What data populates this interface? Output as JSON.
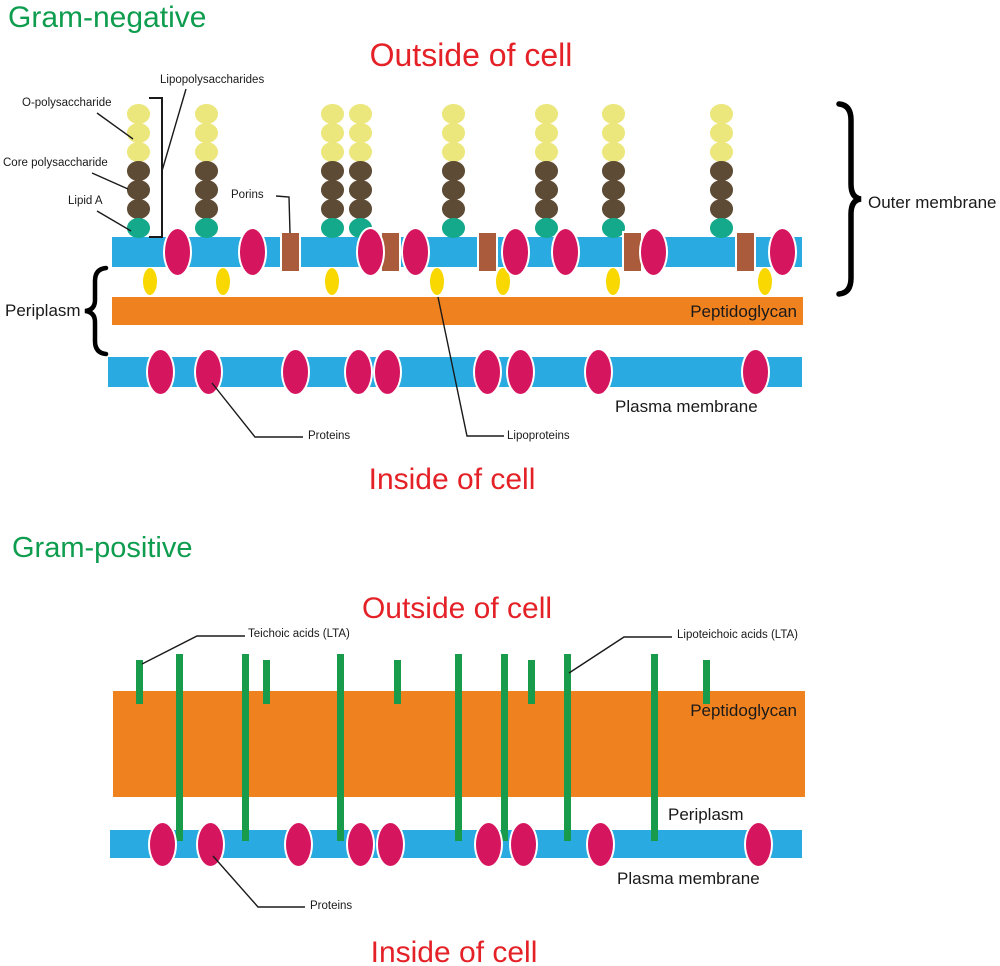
{
  "colors": {
    "title_green": "#0E9D4E",
    "header_red": "#E42127",
    "membrane_blue": "#29ABE2",
    "peptidoglycan_orange": "#F0811F",
    "protein_pink": "#D6155F",
    "porin_brown": "#AA5B3B",
    "o_polysaccharide_yellow": "#ECE77D",
    "core_polysaccharide_brown": "#5E4B35",
    "lipid_a_teal": "#15A98B",
    "lipoprotein_yellow": "#F8D800",
    "teichoic_green": "#189B4A",
    "label_black": "#1A1A1A"
  },
  "gram_negative": {
    "title": "Gram-negative",
    "outside_label": "Outside of cell",
    "inside_label": "Inside of cell",
    "outer_membrane_label": "Outer membrane",
    "periplasm_label": "Periplasm",
    "peptidoglycan_label": "Peptidoglycan",
    "plasma_membrane_label": "Plasma membrane",
    "lps_label": "Lipopolysaccharides",
    "o_polysaccharide_label": "O-polysaccharide",
    "core_polysaccharide_label": "Core polysaccharide",
    "lipid_a_label": "Lipid A",
    "porins_label": "Porins",
    "proteins_label": "Proteins",
    "lipoproteins_label": "Lipoproteins",
    "lps_chain_segments": {
      "o_polysaccharide": 3,
      "core_polysaccharide": 3,
      "lipid_a": 1
    },
    "lps_chain_x": [
      138,
      206,
      332,
      360,
      453,
      546,
      613,
      721
    ],
    "outer_membrane_proteins_x": [
      177,
      252,
      370,
      415,
      515,
      565,
      653,
      782
    ],
    "porins_x": [
      290,
      390,
      487,
      632,
      745
    ],
    "lipoproteins_x": [
      150,
      223,
      332,
      437,
      503,
      613,
      765
    ],
    "plasma_membrane_proteins_x": [
      160,
      208,
      295,
      358,
      387,
      487,
      520,
      598,
      755
    ]
  },
  "gram_positive": {
    "title": "Gram-positive",
    "outside_label": "Outside of cell",
    "inside_label": "Inside of cell",
    "teichoic_label": "Teichoic acids (LTA)",
    "lipoteichoic_label": "Lipoteichoic acids (LTA)",
    "peptidoglycan_label": "Peptidoglycan",
    "periplasm_label": "Periplasm",
    "plasma_membrane_label": "Plasma membrane",
    "proteins_label": "Proteins",
    "lipoteichoic_x": [
      180,
      246,
      341,
      459,
      505,
      568,
      655
    ],
    "teichoic_x": [
      140,
      267,
      398,
      532,
      707
    ],
    "plasma_membrane_proteins_x": [
      162,
      210,
      298,
      360,
      390,
      488,
      523,
      600,
      758
    ]
  }
}
